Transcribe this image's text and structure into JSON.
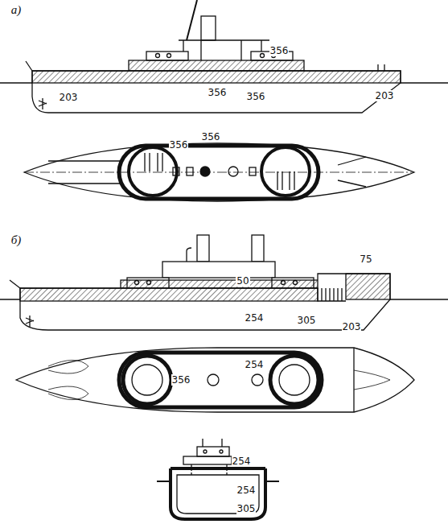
{
  "diagram": {
    "labels": [
      "а)",
      "356",
      "203",
      "356",
      "356",
      "203",
      "356",
      "356",
      "б)",
      "50",
      "75",
      "254",
      "305",
      "203",
      "356",
      "254",
      "254",
      "254",
      "305"
    ]
  }
}
